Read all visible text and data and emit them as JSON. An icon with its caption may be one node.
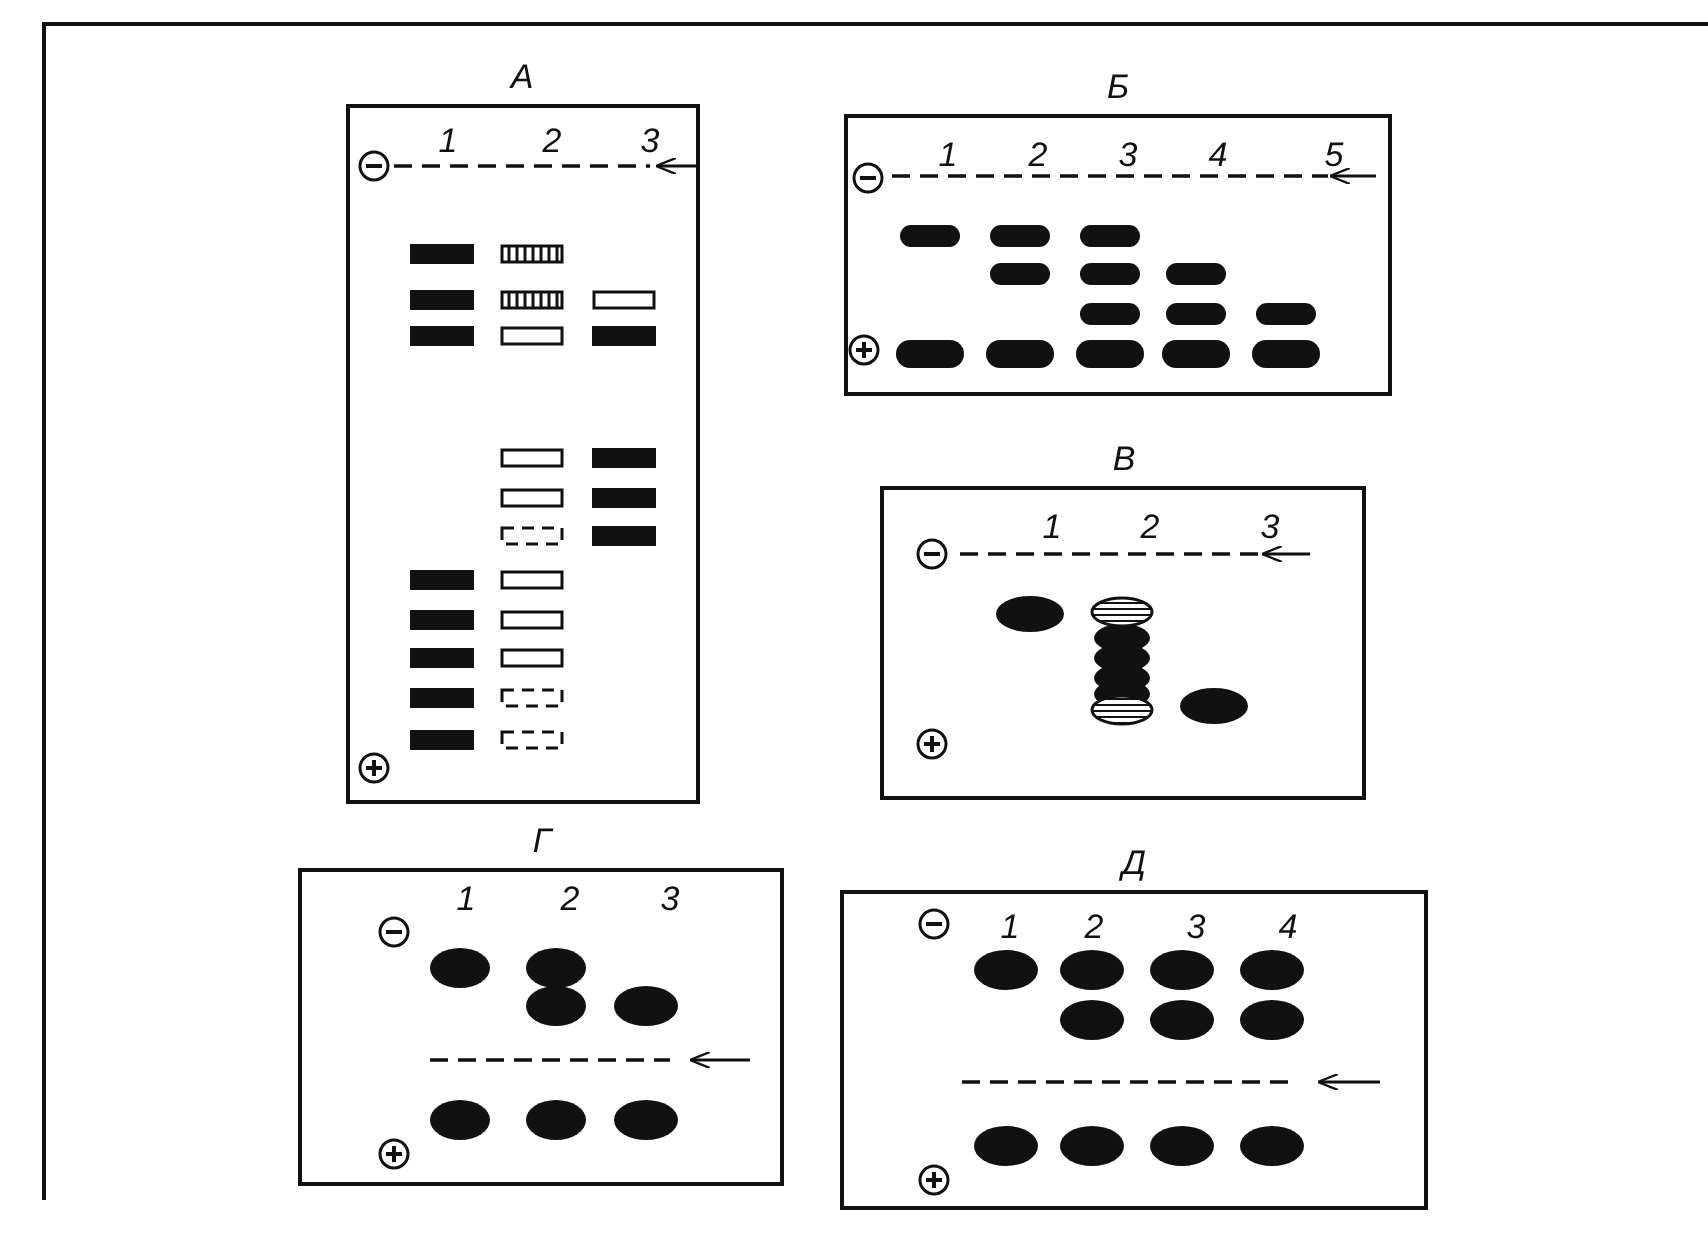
{
  "diagram": {
    "nodes": [
      {
        "text": [
          "А",
          "1",
          "2",
          "3"
        ]
      },
      {
        "text": [
          "Б",
          "1",
          "2",
          "3",
          "4",
          "5"
        ]
      },
      {
        "text": [
          "В",
          "1",
          "2",
          "3"
        ]
      },
      {
        "text": [
          "Г",
          "1",
          "2",
          "3"
        ]
      },
      {
        "text": [
          "Д",
          "1",
          "2",
          "3",
          "4"
        ]
      }
    ],
    "edges": []
  }
}
